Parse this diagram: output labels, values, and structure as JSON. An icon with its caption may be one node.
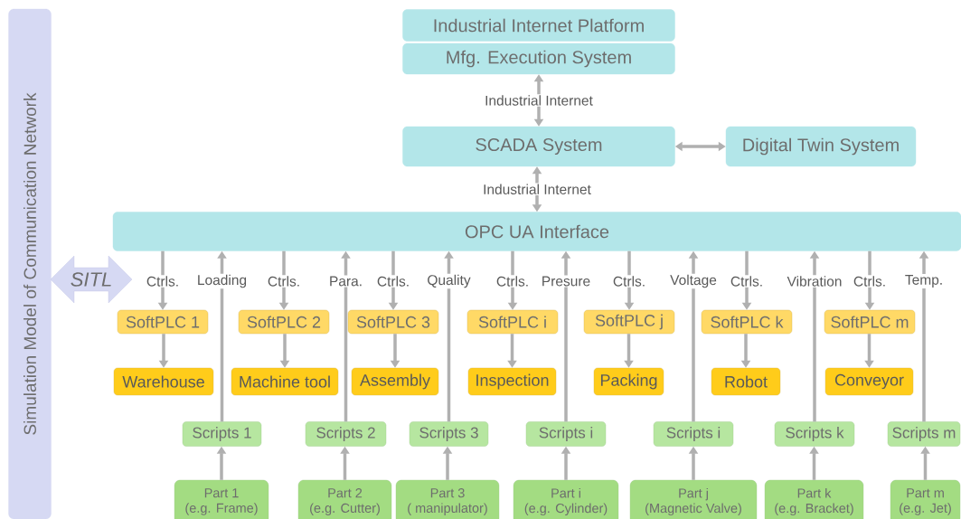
{
  "diagram": {
    "nodes": [
      {
        "text": [
          "Simulation Model of Communication Network"
        ]
      },
      {
        "text": [
          "Industrial Internet Platform"
        ]
      },
      {
        "text": [
          "Mfg. Execution System"
        ]
      },
      {
        "text": [
          "SCADA System"
        ]
      },
      {
        "text": [
          "Digital Twin System"
        ]
      },
      {
        "text": [
          "OPC UA Interface"
        ]
      },
      {
        "text": [
          "SITL"
        ]
      },
      {
        "text": [
          "SoftPLC 1"
        ]
      },
      {
        "text": [
          "SoftPLC 2"
        ]
      },
      {
        "text": [
          "SoftPLC 3"
        ]
      },
      {
        "text": [
          "SoftPLC i"
        ]
      },
      {
        "text": [
          "SoftPLC j"
        ]
      },
      {
        "text": [
          "SoftPLC k"
        ]
      },
      {
        "text": [
          "SoftPLC m"
        ]
      },
      {
        "text": [
          "Warehouse"
        ]
      },
      {
        "text": [
          "Machine tool"
        ]
      },
      {
        "text": [
          "Assembly"
        ]
      },
      {
        "text": [
          "Inspection"
        ]
      },
      {
        "text": [
          "Packing"
        ]
      },
      {
        "text": [
          "Robot"
        ]
      },
      {
        "text": [
          "Conveyor"
        ]
      },
      {
        "text": [
          "Scripts 1"
        ]
      },
      {
        "text": [
          "Scripts 2"
        ]
      },
      {
        "text": [
          "Scripts 3"
        ]
      },
      {
        "text": [
          "Scripts i"
        ]
      },
      {
        "text": [
          "Scripts i"
        ]
      },
      {
        "text": [
          "Scripts k"
        ]
      },
      {
        "text": [
          "Scripts m"
        ]
      },
      {
        "text": [
          "Part 1",
          "(e.g. Frame)"
        ]
      },
      {
        "text": [
          "Part 2",
          "(e.g. Cutter)"
        ]
      },
      {
        "text": [
          "Part 3",
          "( manipulator)"
        ]
      },
      {
        "text": [
          "Part i",
          "(e.g. Cylinder)"
        ]
      },
      {
        "text": [
          "Part j",
          "(Magnetic Valve)"
        ]
      },
      {
        "text": [
          "Part k",
          "(e.g. Bracket)"
        ]
      },
      {
        "text": [
          "Part m",
          "(e.g. Jet)"
        ]
      }
    ],
    "edges": [
      {
        "from": 2,
        "to": 3,
        "arrow": "both",
        "label": "Industrial Internet"
      },
      {
        "from": 3,
        "to": 4,
        "arrow": "both"
      },
      {
        "from": 3,
        "to": 5,
        "arrow": "both",
        "label": "Industrial Internet"
      },
      {
        "from": 5,
        "to": 7,
        "arrow": "to",
        "label": "Ctrls."
      },
      {
        "from": 5,
        "to": 8,
        "arrow": "to",
        "label": "Ctrls."
      },
      {
        "from": 5,
        "to": 9,
        "arrow": "to",
        "label": "Ctrls."
      },
      {
        "from": 5,
        "to": 10,
        "arrow": "to",
        "label": "Ctrls."
      },
      {
        "from": 5,
        "to": 11,
        "arrow": "to",
        "label": "Ctrls."
      },
      {
        "from": 5,
        "to": 12,
        "arrow": "to",
        "label": "Ctrls."
      },
      {
        "from": 5,
        "to": 13,
        "arrow": "to",
        "label": "Ctrls."
      },
      {
        "from": 7,
        "to": 14,
        "arrow": "to"
      },
      {
        "from": 8,
        "to": 15,
        "arrow": "to"
      },
      {
        "from": 9,
        "to": 16,
        "arrow": "to"
      },
      {
        "from": 10,
        "to": 17,
        "arrow": "to"
      },
      {
        "from": 11,
        "to": 18,
        "arrow": "to"
      },
      {
        "from": 12,
        "to": 19,
        "arrow": "to"
      },
      {
        "from": 13,
        "to": 20,
        "arrow": "to"
      },
      {
        "from": 21,
        "to": 5,
        "arrow": "to",
        "label": "Loading"
      },
      {
        "from": 22,
        "to": 5,
        "arrow": "to",
        "label": "Para."
      },
      {
        "from": 23,
        "to": 5,
        "arrow": "to",
        "label": "Quality"
      },
      {
        "from": 24,
        "to": 5,
        "arrow": "to",
        "label": "Presure"
      },
      {
        "from": 25,
        "to": 5,
        "arrow": "to",
        "label": "Voltage"
      },
      {
        "from": 26,
        "to": 5,
        "arrow": "to",
        "label": "Vibration"
      },
      {
        "from": 27,
        "to": 5,
        "arrow": "to",
        "label": "Temp."
      },
      {
        "from": 28,
        "to": 21,
        "arrow": "to"
      },
      {
        "from": 29,
        "to": 22,
        "arrow": "to"
      },
      {
        "from": 30,
        "to": 23,
        "arrow": "to"
      },
      {
        "from": 31,
        "to": 24,
        "arrow": "to"
      },
      {
        "from": 32,
        "to": 25,
        "arrow": "to"
      },
      {
        "from": 33,
        "to": 26,
        "arrow": "to"
      },
      {
        "from": 34,
        "to": 27,
        "arrow": "to"
      }
    ]
  }
}
